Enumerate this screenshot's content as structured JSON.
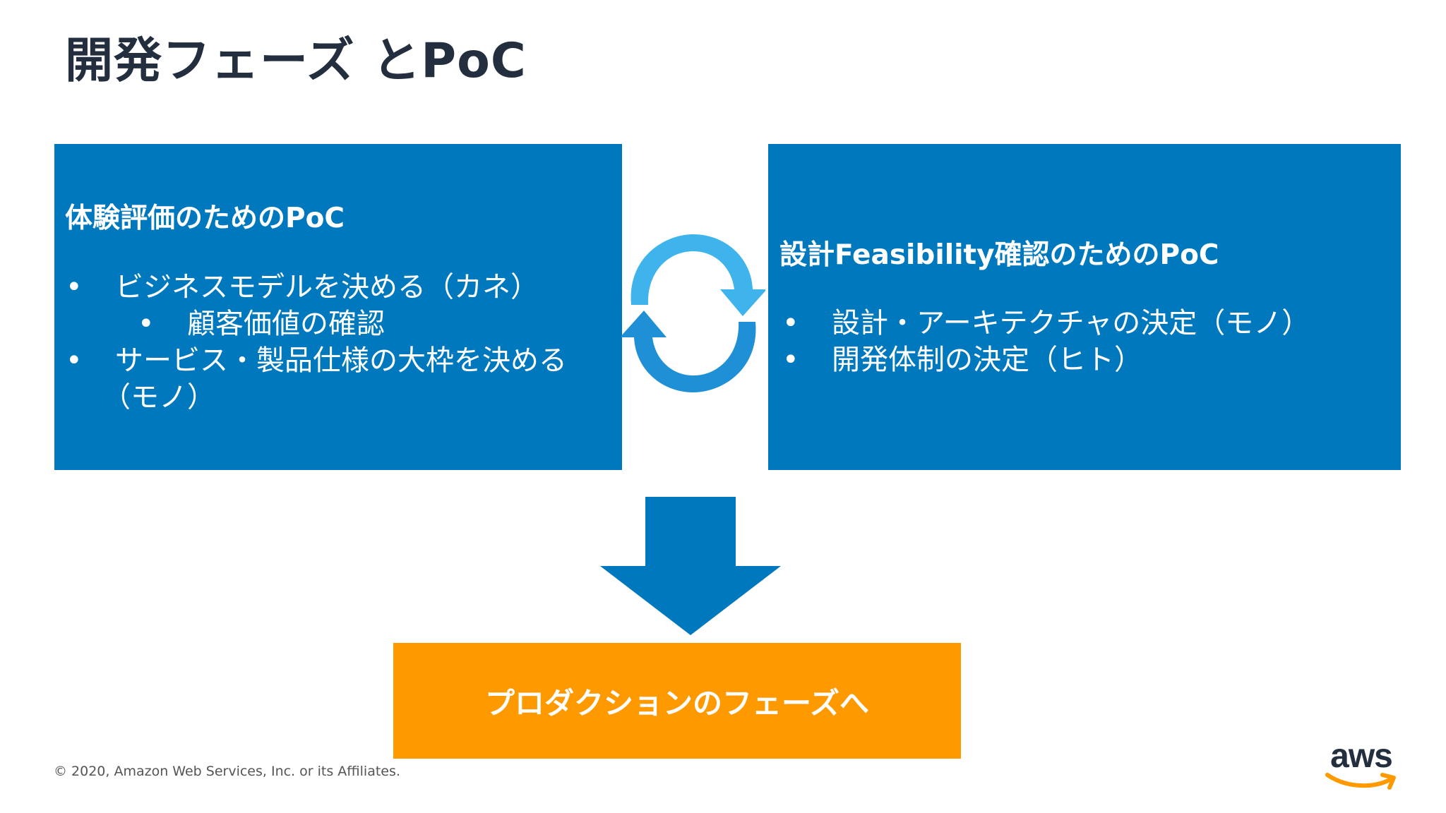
{
  "slide": {
    "title": "開発フェーズ とPoC"
  },
  "left_box": {
    "heading": "体験評価のためのPoC",
    "bullets": [
      "ビジネスモデルを決める（カネ）",
      "顧客価値の確認",
      "サービス・製品仕様の大枠を決める",
      "（モノ）"
    ],
    "bullet_symbol": "•"
  },
  "right_box": {
    "heading": "設計Feasibility確認のためのPoC",
    "bullets": [
      "設計・アーキテクチャの決定（モノ）",
      "開発体制の決定（ヒト）"
    ],
    "bullet_symbol": "•"
  },
  "bottom_box": {
    "label": "プロダクションのフェーズへ"
  },
  "footer": {
    "copyright": "© 2020, Amazon Web Services, Inc. or its Affiliates.",
    "logo_text": "aws"
  },
  "icons": {
    "cycle": "cycle-arrows-icon",
    "down": "down-arrow-icon",
    "logo": "aws-logo-icon"
  },
  "colors": {
    "box_blue": "#0078be",
    "box_orange": "#ff9900",
    "title_dark": "#232f3e",
    "cycle_light": "#3fb3ec",
    "cycle_dark": "#1f8fd6",
    "aws_orange": "#ff9900"
  }
}
